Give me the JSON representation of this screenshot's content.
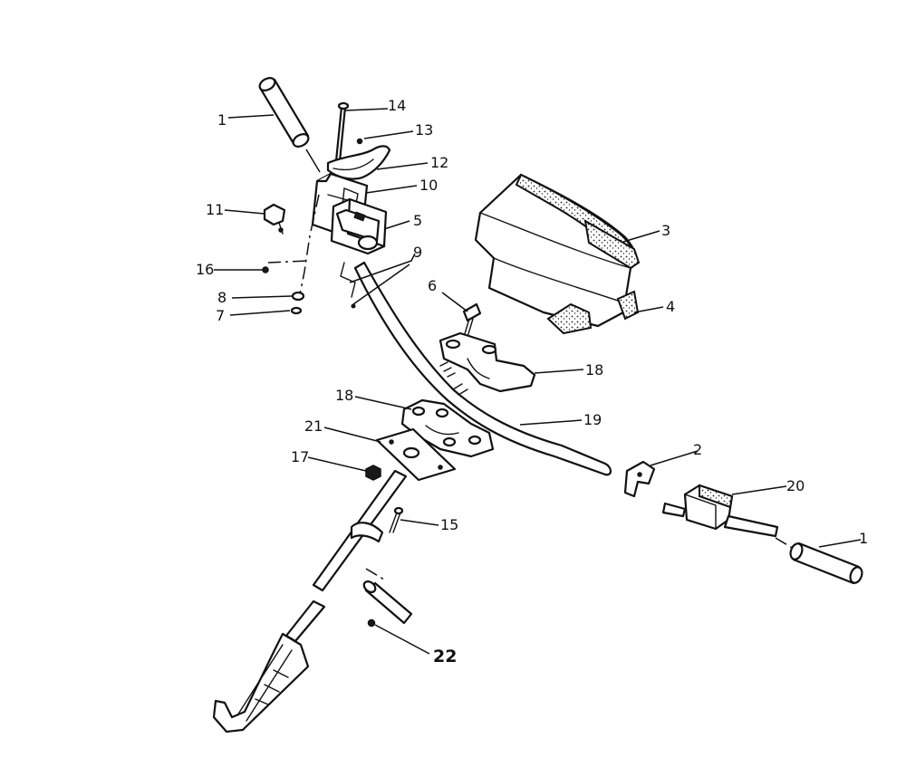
{
  "callouts": {
    "c1a": "1",
    "c14": "14",
    "c13": "13",
    "c12": "12",
    "c10": "10",
    "c11": "11",
    "c5": "5",
    "c16": "16",
    "c9": "9",
    "c8": "8",
    "c7": "7",
    "c3": "3",
    "c4": "4",
    "c6": "6",
    "c18a": "18",
    "c18b": "18",
    "c19": "19",
    "c21": "21",
    "c17": "17",
    "c2": "2",
    "c20": "20",
    "c1b": "1",
    "c15": "15",
    "c22": "22"
  },
  "colors": {
    "ink": "#111111",
    "paper": "#ffffff"
  }
}
